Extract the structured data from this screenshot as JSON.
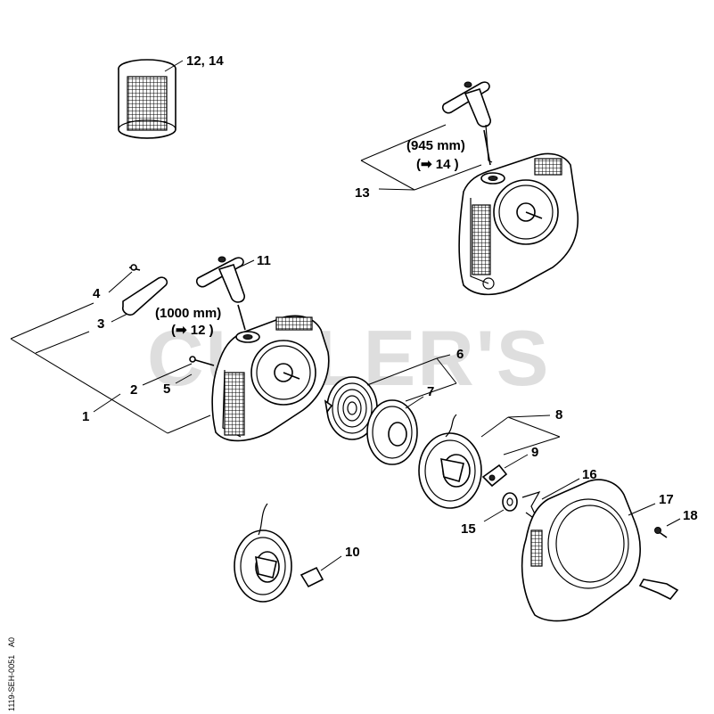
{
  "watermark": "CULLER'S",
  "doc_code": "1119-SEH-0051",
  "doc_tag": "A0",
  "labels": {
    "l12_14": "12, 14",
    "l13": "13",
    "l945a": "(945 mm)",
    "l945b": "(➡ 14 )",
    "l11": "11",
    "l4": "4",
    "l3": "3",
    "l1000a": "(1000 mm)",
    "l1000b": "(➡ 12 )",
    "l6": "6",
    "l2": "2",
    "l5": "5",
    "l7": "7",
    "l1": "1",
    "l8": "8",
    "l9": "9",
    "l16": "16",
    "l17": "17",
    "l18": "18",
    "l15": "15",
    "l10": "10"
  }
}
